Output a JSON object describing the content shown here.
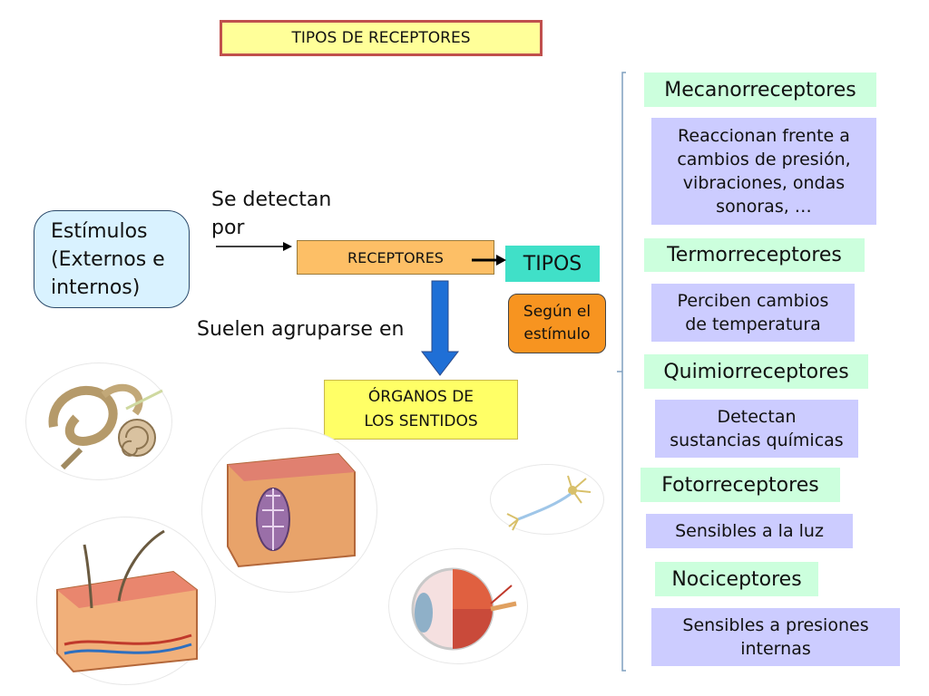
{
  "title": "TIPOS DE RECEPTORES",
  "stimulus": {
    "line1": "Estímulos",
    "line2": "(Externos e",
    "line3": "internos)"
  },
  "detect_label": {
    "line1": "Se detectan",
    "line2": "por"
  },
  "receptors_label": "RECEPTORES",
  "types_label": "TIPOS",
  "according": {
    "line1": "Según el",
    "line2": "estímulo"
  },
  "group_label": "Suelen agruparse en",
  "organs": {
    "line1": "ÓRGANOS DE",
    "line2": "LOS SENTIDOS"
  },
  "receptor_types": [
    {
      "name": "Mecanorreceptores",
      "desc_lines": [
        "Reaccionan frente a",
        "cambios de presión,",
        "vibraciones, ondas",
        "sonoras, …"
      ]
    },
    {
      "name": "Termorreceptores",
      "desc_lines": [
        "Perciben cambios",
        "de temperatura"
      ]
    },
    {
      "name": "Quimiorreceptores",
      "desc_lines": [
        "Detectan",
        "sustancias químicas"
      ]
    },
    {
      "name": "Fotorreceptores",
      "desc_lines": [
        "Sensibles a la luz"
      ]
    },
    {
      "name": "Nociceptores",
      "desc_lines": [
        "Sensibles a presiones",
        "internas"
      ]
    }
  ],
  "colors": {
    "title_bg": "#ffff99",
    "title_border": "#c0504d",
    "stimulus_bg": "#d9f2ff",
    "receptors_bg": "#fdbf66",
    "types_bg": "#40e0c8",
    "according_bg": "#f79420",
    "organs_bg": "#ffff66",
    "type_name_bg": "#ccffdd",
    "type_desc_bg": "#ccccff",
    "down_arrow": "#1f6fd6"
  },
  "illustrations": [
    "inner-ear",
    "skin-section",
    "skin-receptor",
    "neuron",
    "eye"
  ]
}
